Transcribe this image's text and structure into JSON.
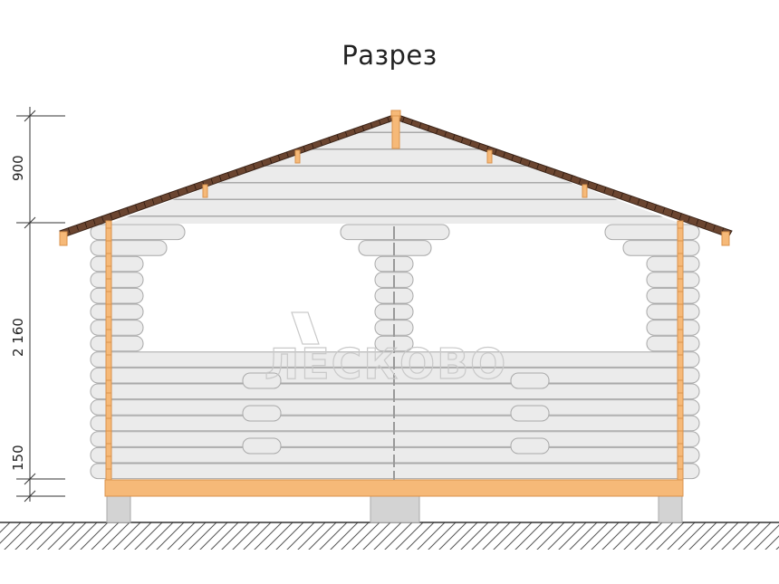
{
  "title": "Разрез",
  "dimensions": [
    {
      "value": "900"
    },
    {
      "value": "2 160"
    },
    {
      "value": "150"
    }
  ],
  "watermark": "ЛЕСКОВО",
  "colors": {
    "log_fill": "#ebebeb",
    "log_stroke": "#a9a9a9",
    "wood": "#f6b978",
    "wood_stroke": "#d9924c",
    "roof": "#5a3a28",
    "foundation": "#d3d3d3",
    "line": "#333333"
  }
}
